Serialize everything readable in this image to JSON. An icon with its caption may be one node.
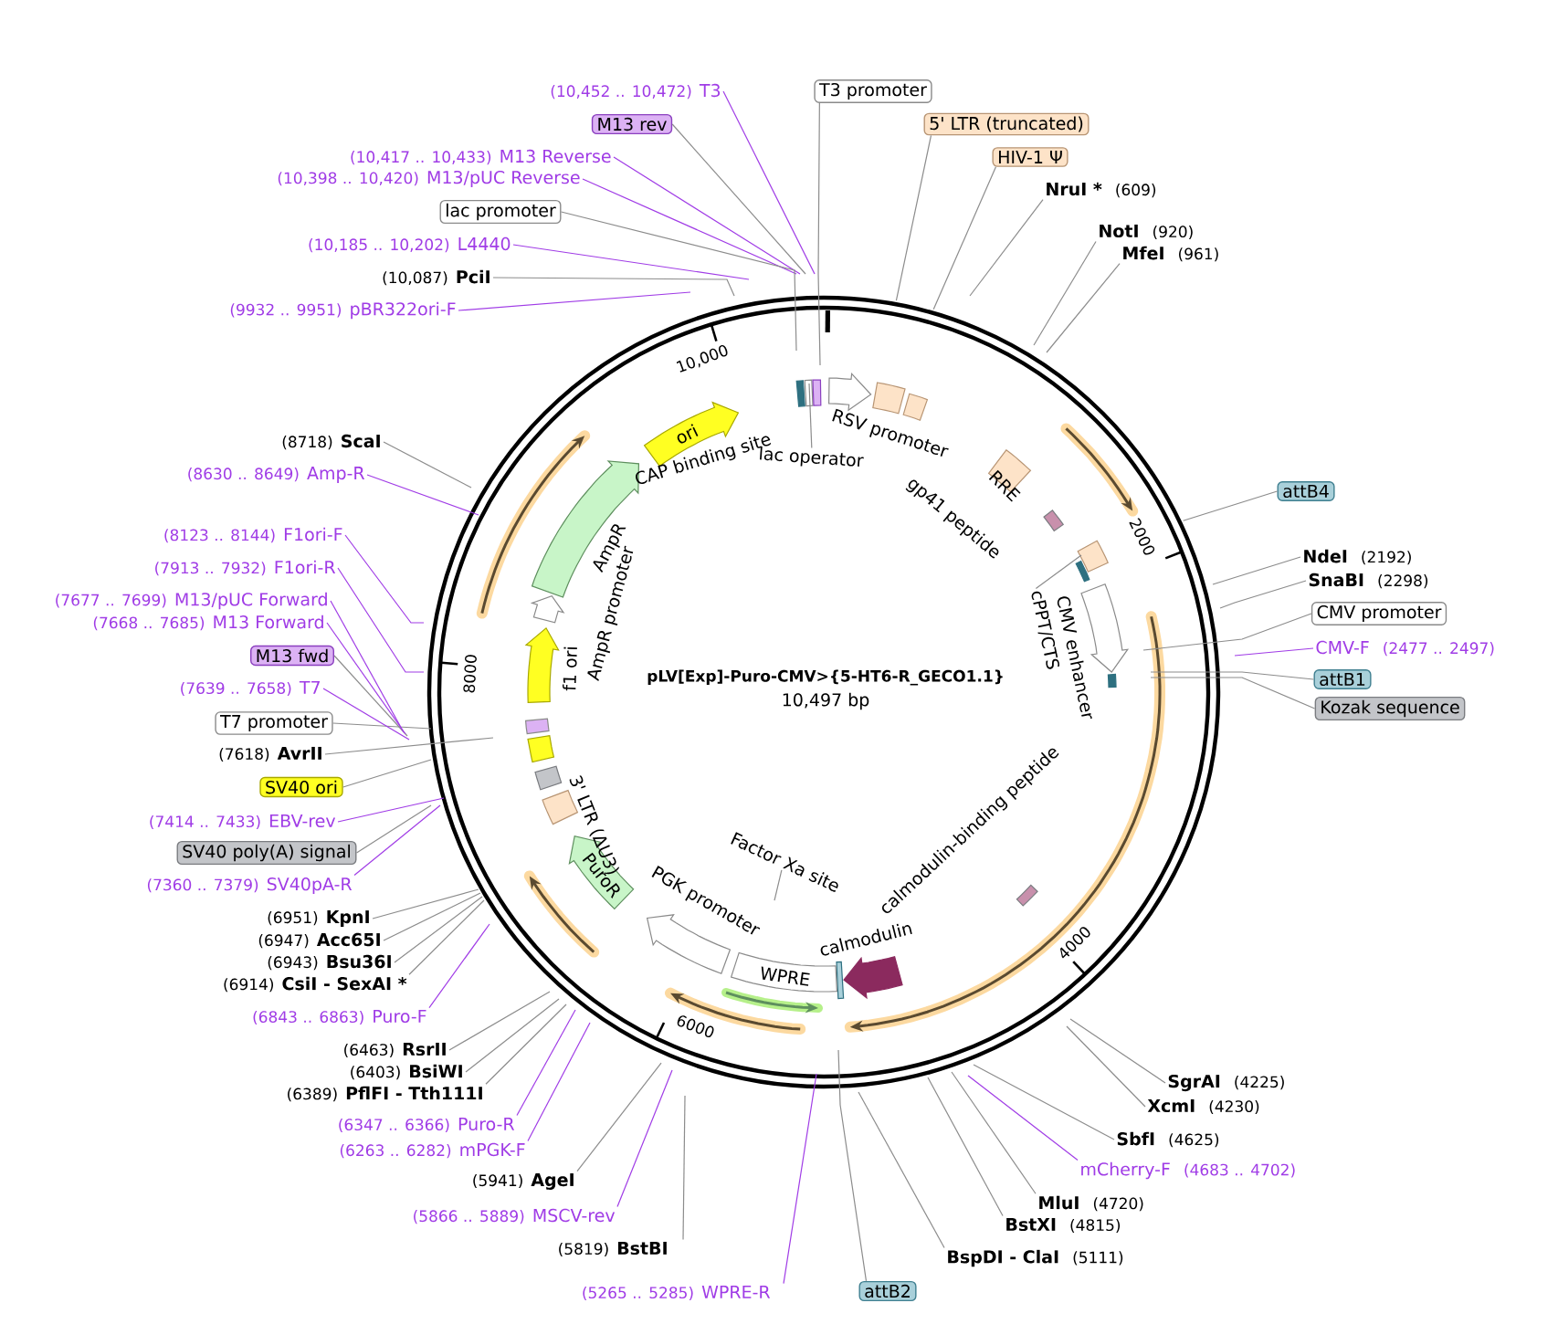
{
  "diagram": {
    "nodes": [
      {
        "text": [
          "(10,452 .. 10,472)",
          "T3"
        ]
      },
      {
        "text": [
          "M13 rev"
        ]
      },
      {
        "text": [
          "(10,417 .. 10,433)",
          "M13 Reverse"
        ]
      },
      {
        "text": [
          "(10,398 .. 10,420)",
          "M13/pUC Reverse"
        ]
      },
      {
        "text": [
          "lac promoter"
        ]
      },
      {
        "text": [
          "(10,185 .. 10,202)",
          "L4440"
        ]
      },
      {
        "text": [
          "(10,087)",
          "PciI"
        ]
      },
      {
        "text": [
          "(9932 .. 9951)",
          "pBR322ori-F"
        ]
      },
      {
        "text": [
          "T3 promoter"
        ]
      },
      {
        "text": [
          "5' LTR (truncated)"
        ]
      },
      {
        "text": [
          "HIV-1 Ψ"
        ]
      },
      {
        "text": [
          "NruI *",
          "(609)"
        ]
      },
      {
        "text": [
          "NotI",
          "(920)"
        ]
      },
      {
        "text": [
          "MfeI",
          "(961)"
        ]
      },
      {
        "text": [
          "attB4"
        ]
      },
      {
        "text": [
          "NdeI",
          "(2192)"
        ]
      },
      {
        "text": [
          "SnaBI",
          "(2298)"
        ]
      },
      {
        "text": [
          "CMV promoter"
        ]
      },
      {
        "text": [
          "CMV-F",
          "(2477 .. 2497)"
        ]
      },
      {
        "text": [
          "attB1"
        ]
      },
      {
        "text": [
          "Kozak sequence"
        ]
      },
      {
        "text": [
          "SgrAI",
          "(4225)"
        ]
      },
      {
        "text": [
          "XcmI",
          "(4230)"
        ]
      },
      {
        "text": [
          "SbfI",
          "(4625)"
        ]
      },
      {
        "text": [
          "mCherry-F",
          "(4683 .. 4702)"
        ]
      },
      {
        "text": [
          "MluI",
          "(4720)"
        ]
      },
      {
        "text": [
          "BstXI",
          "(4815)"
        ]
      },
      {
        "text": [
          "BspDI - ClaI",
          "(5111)"
        ]
      },
      {
        "text": [
          "attB2"
        ]
      },
      {
        "text": [
          "(5265 .. 5285)",
          "WPRE-R"
        ]
      },
      {
        "text": [
          "(5819)",
          "BstBI"
        ]
      },
      {
        "text": [
          "(5866 .. 5889)",
          "MSCV-rev"
        ]
      },
      {
        "text": [
          "(5941)",
          "AgeI"
        ]
      },
      {
        "text": [
          "(6263 .. 6282)",
          "mPGK-F"
        ]
      },
      {
        "text": [
          "(6347 .. 6366)",
          "Puro-R"
        ]
      },
      {
        "text": [
          "(6389)",
          "PflFI - Tth111I"
        ]
      },
      {
        "text": [
          "(6403)",
          "BsiWI"
        ]
      },
      {
        "text": [
          "(6463)",
          "RsrII"
        ]
      },
      {
        "text": [
          "(6843 .. 6863)",
          "Puro-F"
        ]
      },
      {
        "text": [
          "(6914)",
          "CsiI - SexAI *"
        ]
      },
      {
        "text": [
          "(6943)",
          "Bsu36I"
        ]
      },
      {
        "text": [
          "(6947)",
          "Acc65I"
        ]
      },
      {
        "text": [
          "(6951)",
          "KpnI"
        ]
      },
      {
        "text": [
          "(7360 .. 7379)",
          "SV40pA-R"
        ]
      },
      {
        "text": [
          "SV40 poly(A) signal"
        ]
      },
      {
        "text": [
          "(7414 .. 7433)",
          "EBV-rev"
        ]
      },
      {
        "text": [
          "SV40 ori"
        ]
      },
      {
        "text": [
          "(7618)",
          "AvrII"
        ]
      },
      {
        "text": [
          "T7 promoter"
        ]
      },
      {
        "text": [
          "(7639 .. 7658)",
          "T7"
        ]
      },
      {
        "text": [
          "M13 fwd"
        ]
      },
      {
        "text": [
          "(7668 .. 7685)",
          "M13 Forward"
        ]
      },
      {
        "text": [
          "(7677 .. 7699)",
          "M13/pUC Forward"
        ]
      },
      {
        "text": [
          "(7913 .. 7932)",
          "F1ori-R"
        ]
      },
      {
        "text": [
          "(8123 .. 8144)",
          "F1ori-F"
        ]
      },
      {
        "text": [
          "(8630 .. 8649)",
          "Amp-R"
        ]
      },
      {
        "text": [
          "(8718)",
          "ScaI"
        ]
      },
      {
        "text": [
          "ori"
        ]
      },
      {
        "text": [
          "PuroR"
        ]
      },
      {
        "text": [
          "WPRE"
        ]
      },
      {
        "text": [
          "lac operator"
        ]
      },
      {
        "text": [
          "cPPT/CTS"
        ]
      },
      {
        "text": [
          "Factor Xa site"
        ]
      },
      {
        "text": [
          "PGK promoter"
        ]
      }
    ],
    "edges": [
      {
        "from": 0,
        "to": null,
        "arrow": "none",
        "color": "#a03ce6"
      },
      {
        "from": 1,
        "to": null,
        "arrow": "none"
      },
      {
        "from": 2,
        "to": null,
        "arrow": "none",
        "color": "#a03ce6"
      },
      {
        "from": 3,
        "to": null,
        "arrow": "none",
        "color": "#a03ce6"
      },
      {
        "from": 4,
        "to": null,
        "arrow": "none"
      },
      {
        "from": 5,
        "to": null,
        "arrow": "none",
        "color": "#a03ce6"
      },
      {
        "from": 6,
        "to": null,
        "arrow": "none"
      },
      {
        "from": 7,
        "to": null,
        "arrow": "none",
        "color": "#a03ce6"
      },
      {
        "from": 8,
        "to": null,
        "arrow": "none"
      },
      {
        "from": 9,
        "to": null,
        "arrow": "none"
      },
      {
        "from": 10,
        "to": null,
        "arrow": "none"
      },
      {
        "from": 11,
        "to": null,
        "arrow": "none"
      },
      {
        "from": 12,
        "to": null,
        "arrow": "none"
      },
      {
        "from": 13,
        "to": null,
        "arrow": "none"
      },
      {
        "from": 14,
        "to": null,
        "arrow": "none"
      },
      {
        "from": 15,
        "to": null,
        "arrow": "none"
      },
      {
        "from": 16,
        "to": null,
        "arrow": "none"
      },
      {
        "from": 17,
        "to": null,
        "arrow": "none"
      },
      {
        "from": 18,
        "to": null,
        "arrow": "none",
        "color": "#a03ce6"
      },
      {
        "from": 19,
        "to": null,
        "arrow": "none"
      },
      {
        "from": 20,
        "to": null,
        "arrow": "none"
      },
      {
        "from": 21,
        "to": null,
        "arrow": "none"
      },
      {
        "from": 22,
        "to": null,
        "arrow": "none"
      },
      {
        "from": 23,
        "to": null,
        "arrow": "none"
      },
      {
        "from": 24,
        "to": null,
        "arrow": "none",
        "color": "#a03ce6"
      },
      {
        "from": 25,
        "to": null,
        "arrow": "none"
      },
      {
        "from": 26,
        "to": null,
        "arrow": "none"
      },
      {
        "from": 27,
        "to": null,
        "arrow": "none"
      },
      {
        "from": 28,
        "to": null,
        "arrow": "none"
      },
      {
        "from": 29,
        "to": null,
        "arrow": "none",
        "color": "#a03ce6"
      },
      {
        "from": 30,
        "to": null,
        "arrow": "none"
      },
      {
        "from": 31,
        "to": null,
        "arrow": "none",
        "color": "#a03ce6"
      },
      {
        "from": 32,
        "to": null,
        "arrow": "none"
      },
      {
        "from": 33,
        "to": null,
        "arrow": "none",
        "color": "#a03ce6"
      },
      {
        "from": 34,
        "to": null,
        "arrow": "none",
        "color": "#a03ce6"
      },
      {
        "from": 35,
        "to": null,
        "arrow": "none"
      },
      {
        "from": 36,
        "to": null,
        "arrow": "none"
      },
      {
        "from": 37,
        "to": null,
        "arrow": "none"
      },
      {
        "from": 38,
        "to": null,
        "arrow": "none",
        "color": "#a03ce6"
      },
      {
        "from": 39,
        "to": null,
        "arrow": "none"
      },
      {
        "from": 40,
        "to": null,
        "arrow": "none"
      },
      {
        "from": 41,
        "to": null,
        "arrow": "none"
      },
      {
        "from": 42,
        "to": null,
        "arrow": "none"
      },
      {
        "from": 43,
        "to": null,
        "arrow": "none",
        "color": "#a03ce6"
      },
      {
        "from": 44,
        "to": null,
        "arrow": "none"
      },
      {
        "from": 45,
        "to": null,
        "arrow": "none",
        "color": "#a03ce6"
      },
      {
        "from": 46,
        "to": null,
        "arrow": "none"
      },
      {
        "from": 47,
        "to": null,
        "arrow": "none"
      },
      {
        "from": 48,
        "to": null,
        "arrow": "none"
      },
      {
        "from": 49,
        "to": null,
        "arrow": "none",
        "color": "#a03ce6"
      },
      {
        "from": 50,
        "to": null,
        "arrow": "none"
      },
      {
        "from": 51,
        "to": null,
        "arrow": "none",
        "color": "#a03ce6"
      },
      {
        "from": 52,
        "to": null,
        "arrow": "none",
        "color": "#a03ce6"
      },
      {
        "from": 53,
        "to": null,
        "arrow": "none",
        "color": "#a03ce6"
      },
      {
        "from": 54,
        "to": null,
        "arrow": "none",
        "color": "#a03ce6"
      },
      {
        "from": 55,
        "to": null,
        "arrow": "none",
        "color": "#a03ce6"
      },
      {
        "from": 56,
        "to": null,
        "arrow": "none"
      },
      {
        "from": 60,
        "to": null,
        "arrow": "none"
      },
      {
        "from": 61,
        "to": null,
        "arrow": "none"
      },
      {
        "from": 62,
        "to": null,
        "arrow": "none"
      }
    ],
    "labels": [
      "10,000",
      "CAP binding site",
      "RSV promoter",
      "RRE",
      "gp41 peptide",
      "2000",
      "CMV enhancer",
      "calmodulin-binding peptide",
      "4000",
      "calmodulin",
      "6000",
      "3' LTR (ΔU3)",
      "8000",
      "f1 ori",
      "AmpR promoter",
      "AmpR",
      "pLV[Exp]-Puro-CMV>{5-HT6-R_GECO1.1}",
      "10,497 bp"
    ]
  }
}
